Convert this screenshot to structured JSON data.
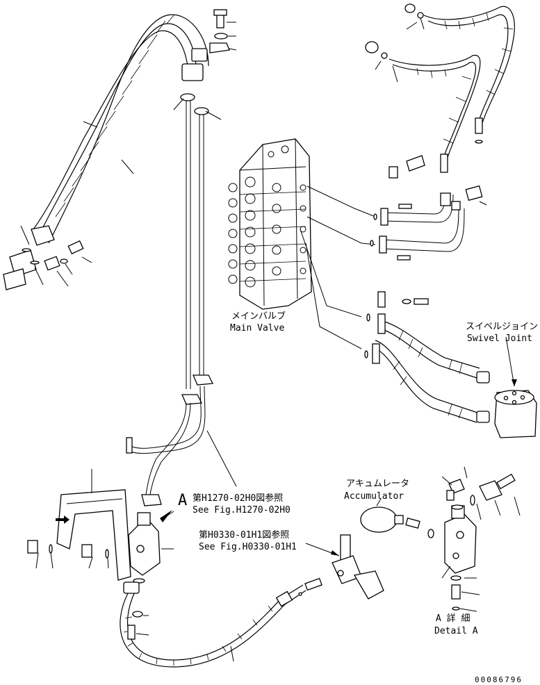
{
  "labels": {
    "main_valve_jp": "メインバルブ",
    "main_valve_en": "Main Valve",
    "swivel_joint_jp": "スイベルジョイント",
    "swivel_joint_en": "Swivel Joint",
    "accumulator_jp": "アキュムレータ",
    "accumulator_en": "Accumulator",
    "marker_a": "A",
    "ref1_jp": "第H1270-02H0図参照",
    "ref1_en": "See Fig.H1270-02H0",
    "ref2_jp": "第H0330-01H1図参照",
    "ref2_en": "See Fig.H0330-01H1",
    "detail_a_jp": "A 詳 細",
    "detail_a_en": "Detail A",
    "drawing_number": "00086796"
  },
  "colors": {
    "line": "#000000",
    "background": "#ffffff"
  }
}
